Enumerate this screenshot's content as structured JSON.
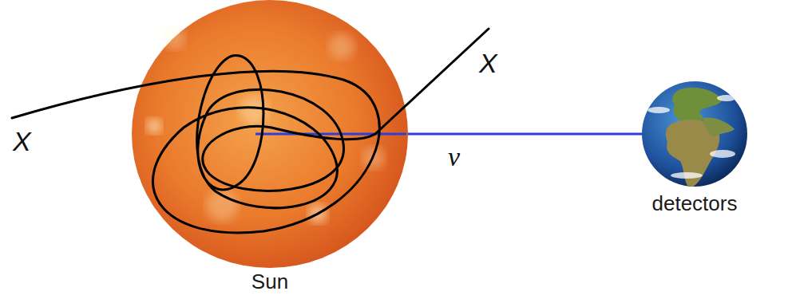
{
  "diagram": {
    "nodes": [
      {
        "text": [
          "Sun"
        ]
      },
      {
        "text": [
          "detectors"
        ]
      }
    ],
    "edges": [
      {
        "from": 0,
        "to": 1,
        "arrow": "none",
        "label": "ν"
      }
    ],
    "labels": [
      "X",
      "X"
    ]
  }
}
